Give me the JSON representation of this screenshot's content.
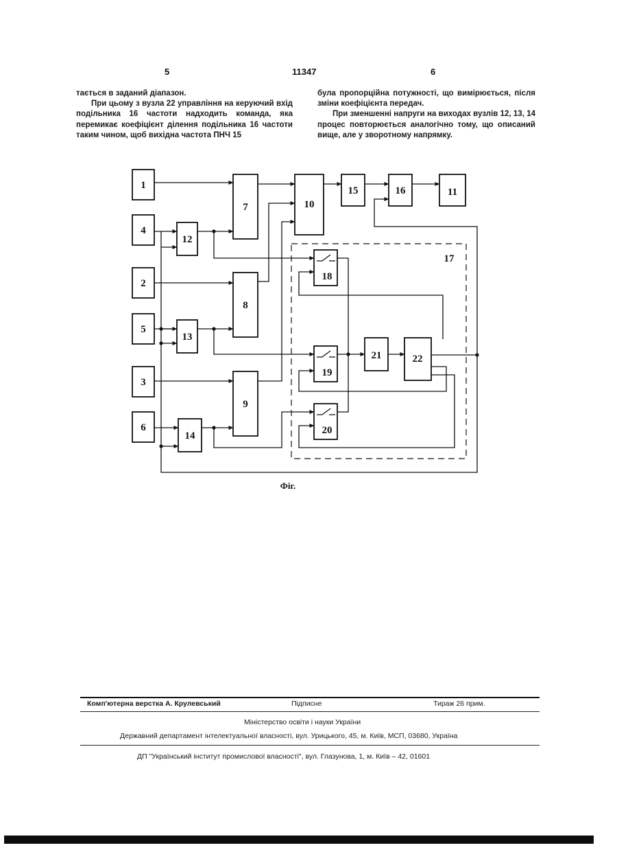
{
  "header": {
    "left_page": "5",
    "patent_number": "11347",
    "right_page": "6"
  },
  "text": {
    "col_left": [
      "тається в заданий діапазон.",
      "При цьому з вузла 22 управління на керуючий вхід подільника 16 частоти надходить команда, яка перемикає коефіцієнт ділення подільника 16 частоти таким чином, щоб вихідна частота ПНЧ 15"
    ],
    "col_right": [
      "була пропорційна потужності, що вимірюється, після зміни коефіцієнта передач.",
      "При зменшенні напруги на виходах вузлів 12, 13, 14 процес повторюється аналогічно тому, що описаний вище, але у зворотному напрямку."
    ]
  },
  "figure": {
    "caption": "Фіг.",
    "blocks": {
      "b1": "1",
      "b2": "2",
      "b3": "3",
      "b4": "4",
      "b5": "5",
      "b6": "6",
      "b7": "7",
      "b8": "8",
      "b9": "9",
      "b10": "10",
      "b11": "11",
      "b12": "12",
      "b13": "13",
      "b14": "14",
      "b15": "15",
      "b16": "16",
      "b17": "17",
      "b18": "18",
      "b19": "19",
      "b20": "20",
      "b21": "21",
      "b22": "22"
    }
  },
  "imprint": {
    "layout": "Комп'ютерна верстка А. Крулевський",
    "signed": "Підписне",
    "circulation": "Тираж 26 прим.",
    "ministry": "Міністерство освіти і науки України",
    "department": "Державний департамент інтелектуальної власності, вул. Урицького, 45, м. Київ, МСП, 03680, Україна",
    "institute": "ДП \"Український інститут промислової власності\", вул. Глазунова, 1, м. Київ – 42, 01601"
  }
}
